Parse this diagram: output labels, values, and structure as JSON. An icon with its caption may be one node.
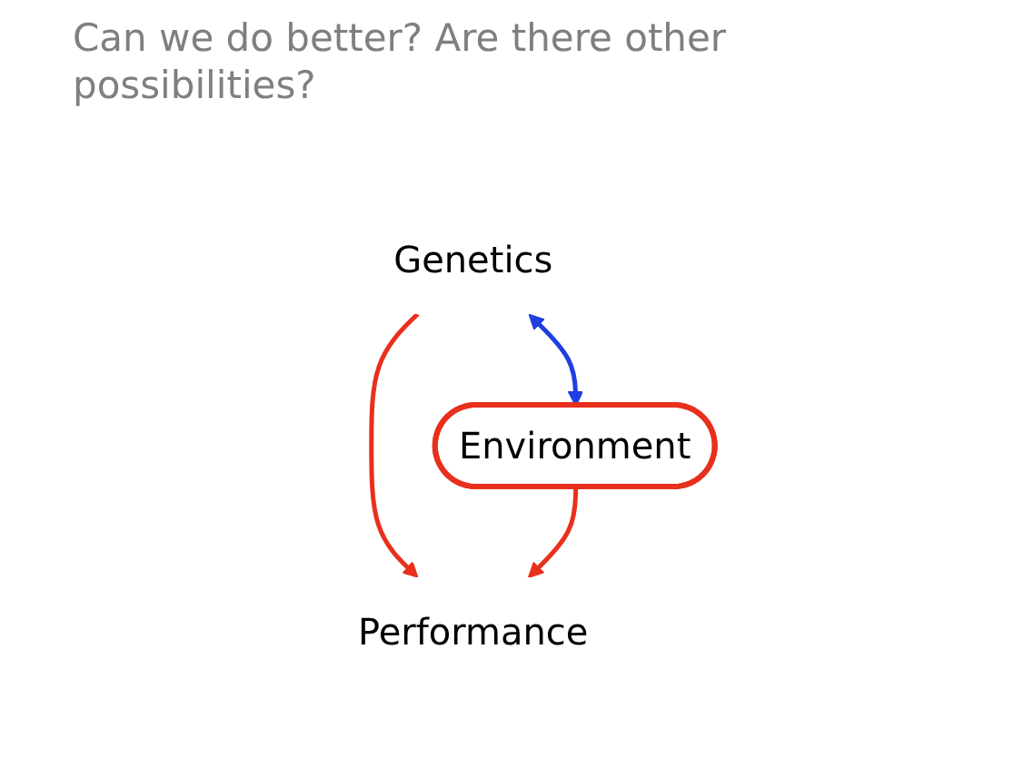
{
  "diagram": {
    "title": "Can we do better? Are there other possibilities?",
    "nodes": [
      {
        "text": [
          "Genetics"
        ]
      },
      {
        "text": [
          "Environment"
        ]
      },
      {
        "text": [
          "Performance"
        ]
      }
    ],
    "edges": [
      {
        "from": 0,
        "to": 1,
        "arrow": "both",
        "color": "#1f3fe0"
      },
      {
        "from": 0,
        "to": 2,
        "arrow": "to",
        "color": "#e8301c"
      },
      {
        "from": 1,
        "to": 2,
        "arrow": "to",
        "color": "#e8301c"
      }
    ]
  }
}
